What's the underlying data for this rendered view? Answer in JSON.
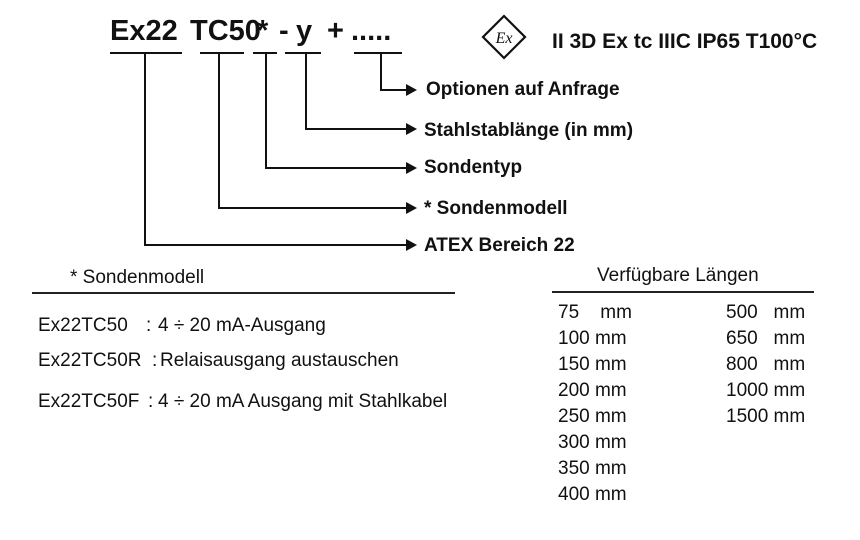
{
  "code": {
    "prefix": "Ex22",
    "model": "TC50",
    "star": "*",
    "dash": "-",
    "length_var": "y",
    "plus": "+",
    "options": "....."
  },
  "atex_marking": "II 3D Ex tc IIIC IP65 T100°C",
  "ex_symbol": "Ex",
  "callouts": [
    "Optionen auf Anfrage",
    "Stahlstablänge (in mm)",
    "Sondentyp",
    "* Sondenmodell",
    "ATEX Bereich 22"
  ],
  "models_section": {
    "title": "* Sondenmodell",
    "rows": [
      {
        "code": "Ex22TC50",
        "sep": ":",
        "desc": "4 ÷ 20 mA-Ausgang"
      },
      {
        "code": "Ex22TC50R",
        "sep": ":",
        "desc": "Relaisausgang austauschen"
      },
      {
        "code": "Ex22TC50F",
        "sep": ":",
        "desc": "4 ÷ 20 mA Ausgang mit Stahlkabel"
      }
    ]
  },
  "lengths_section": {
    "title": "Verfügbare Längen",
    "left": [
      "75    mm",
      "100 mm",
      "150 mm",
      "200 mm",
      "250 mm",
      "300 mm",
      "350 mm",
      "400 mm"
    ],
    "right": [
      "500   mm",
      "650   mm",
      "800   mm",
      "1000 mm",
      "1500 mm"
    ]
  },
  "colors": {
    "ink": "#111111",
    "background": "#ffffff"
  }
}
